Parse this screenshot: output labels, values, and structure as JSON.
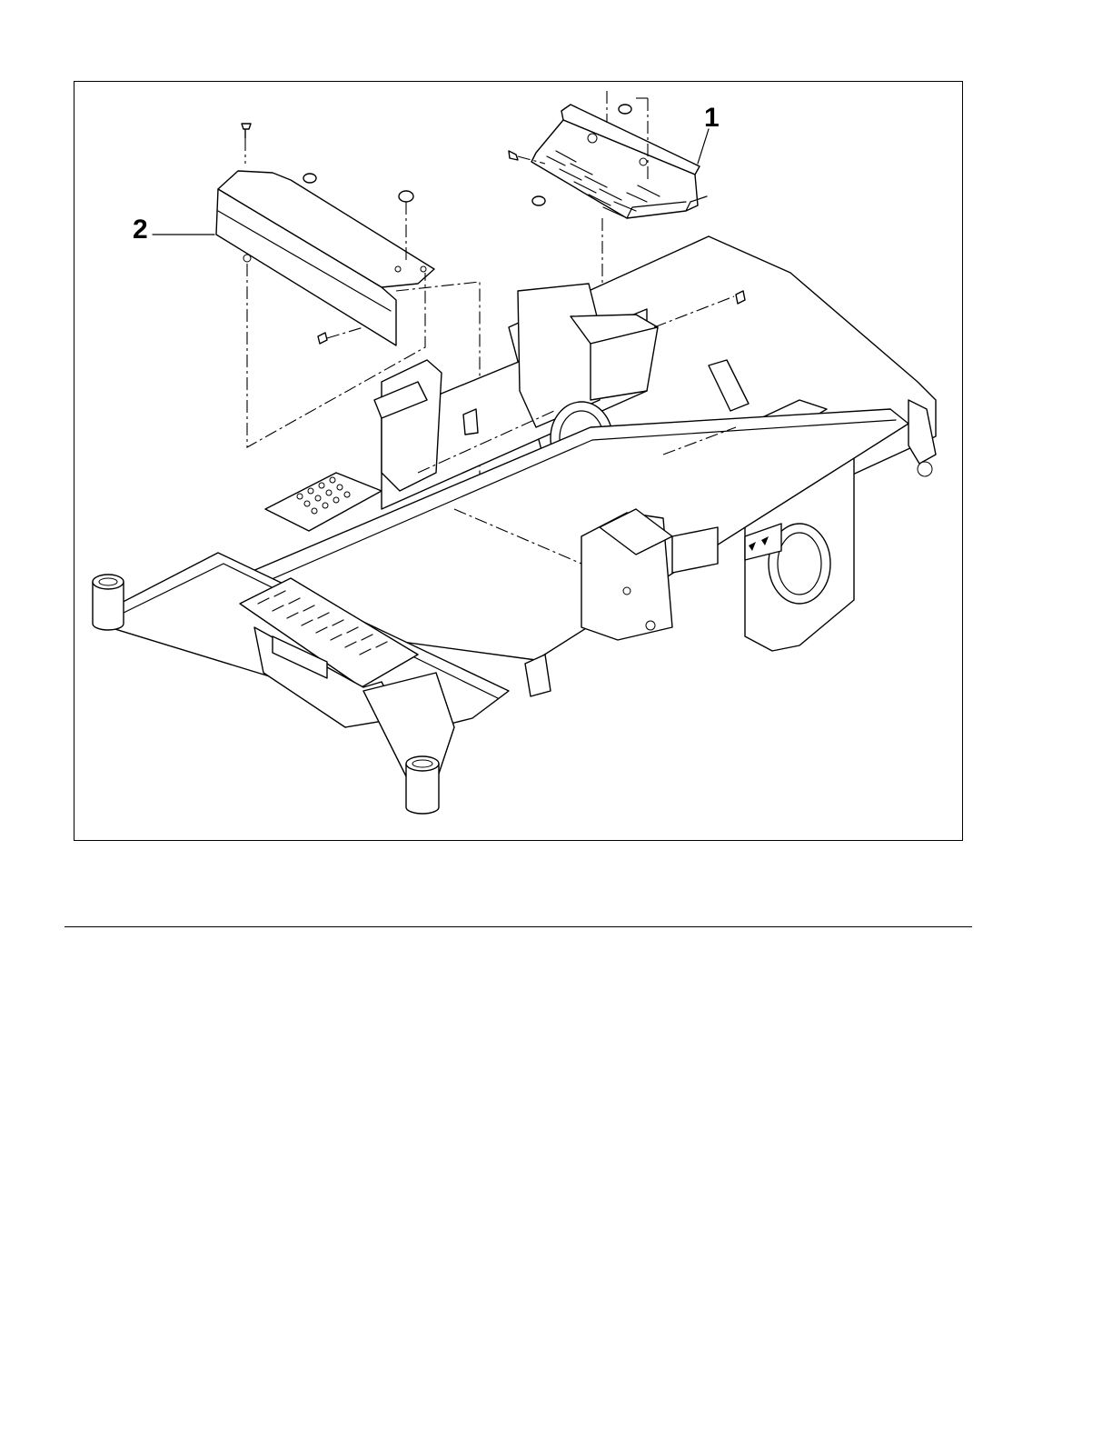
{
  "diagram": {
    "callouts": [
      {
        "id": "1",
        "label": "1",
        "part": "top-right-slotted-plate"
      },
      {
        "id": "2",
        "label": "2",
        "part": "left-cover-plate"
      }
    ]
  },
  "colors": {
    "ink": "#000000",
    "paper": "#ffffff"
  }
}
